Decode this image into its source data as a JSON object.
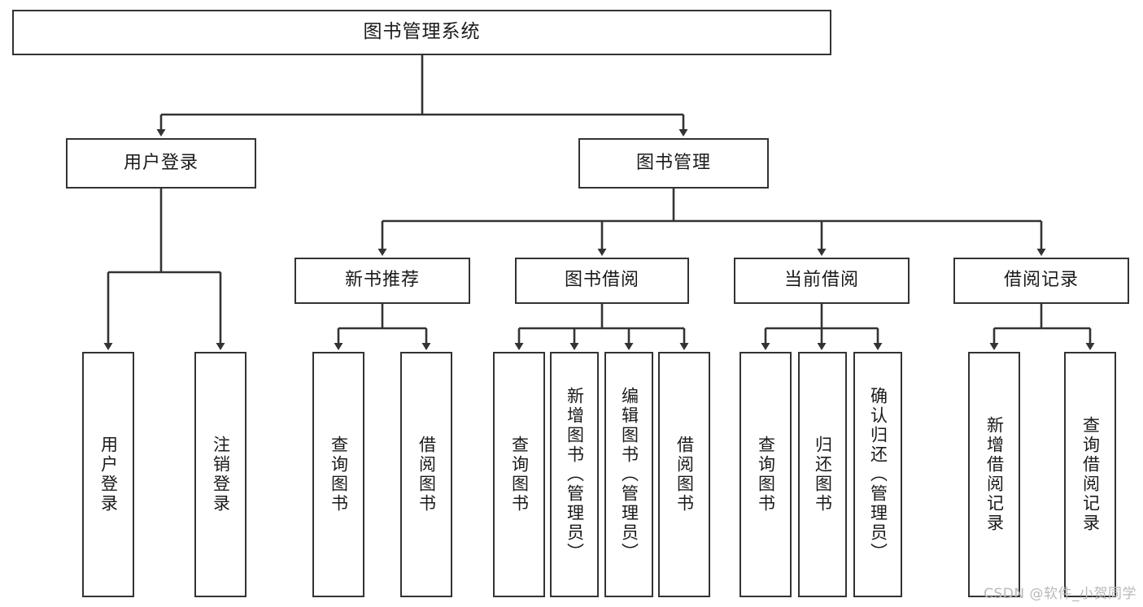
{
  "diagram": {
    "title": "图书管理系统",
    "type": "hierarchy-tree",
    "colors": {
      "box_border": "#333333",
      "box_fill": "#ffffff",
      "connector": "#333333",
      "text": "#1a1a1a",
      "watermark": "#b9b9b9"
    },
    "root": {
      "label": "图书管理系统"
    },
    "level2": [
      {
        "label": "用户登录"
      },
      {
        "label": "图书管理"
      }
    ],
    "level3": [
      {
        "label": "新书推荐"
      },
      {
        "label": "图书借阅"
      },
      {
        "label": "当前借阅"
      },
      {
        "label": "借阅记录"
      }
    ],
    "leaves": {
      "user_login": [
        {
          "label": "用户登录"
        },
        {
          "label": "注销登录"
        }
      ],
      "new_book": [
        {
          "label": "查询图书"
        },
        {
          "label": "借阅图书"
        }
      ],
      "book_borrow": [
        {
          "label": "查询图书"
        },
        {
          "label": "新增图书（管理员）"
        },
        {
          "label": "编辑图书（管理员）"
        },
        {
          "label": "借阅图书"
        }
      ],
      "current_borrow": [
        {
          "label": "查询图书"
        },
        {
          "label": "归还图书"
        },
        {
          "label": "确认归还（管理员）"
        }
      ],
      "borrow_record": [
        {
          "label": "新增借阅记录"
        },
        {
          "label": "查询借阅记录"
        }
      ]
    }
  },
  "watermark": {
    "text": "CSDN @软件_小贺同学"
  }
}
